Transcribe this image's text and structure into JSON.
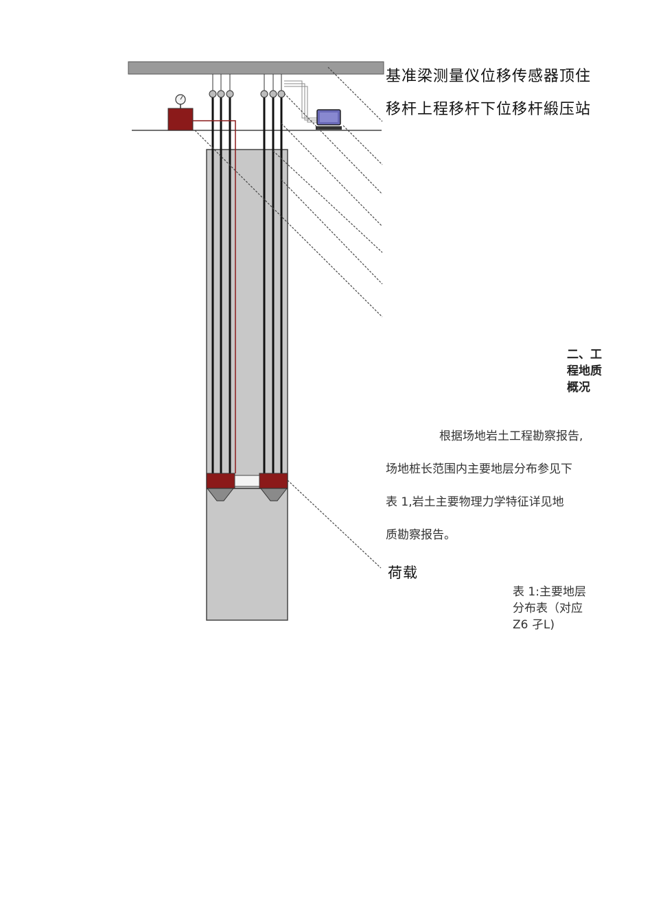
{
  "labels": {
    "line1": "基准梁测量仪位移传感器顶住",
    "line2": "移杆上程移杆下位移杆緞压站",
    "load": "荷载"
  },
  "section": {
    "heading_l1": "二、工",
    "heading_l2": "程地质",
    "heading_l3": "概况"
  },
  "paragraph": {
    "l1": "根据场地岩土工程勘察报告,",
    "l2": "场地桩长范围内主要地层分布参见下",
    "l3": "表 1,岩土主要物理力学特征详见地",
    "l4": "质勘察报告。"
  },
  "caption": {
    "l1": "表 1:主要地层",
    "l2": "分布表（对应",
    "l3": "Z6 孑L)"
  },
  "colors": {
    "pile": "#c8c8c8",
    "beam": "#9a9a9a",
    "load_box": "#8b1a1a",
    "rod": "#111111",
    "monitor": "#6a6ab8"
  },
  "icons": [
    "pressure-gauge-icon",
    "monitor-icon"
  ]
}
